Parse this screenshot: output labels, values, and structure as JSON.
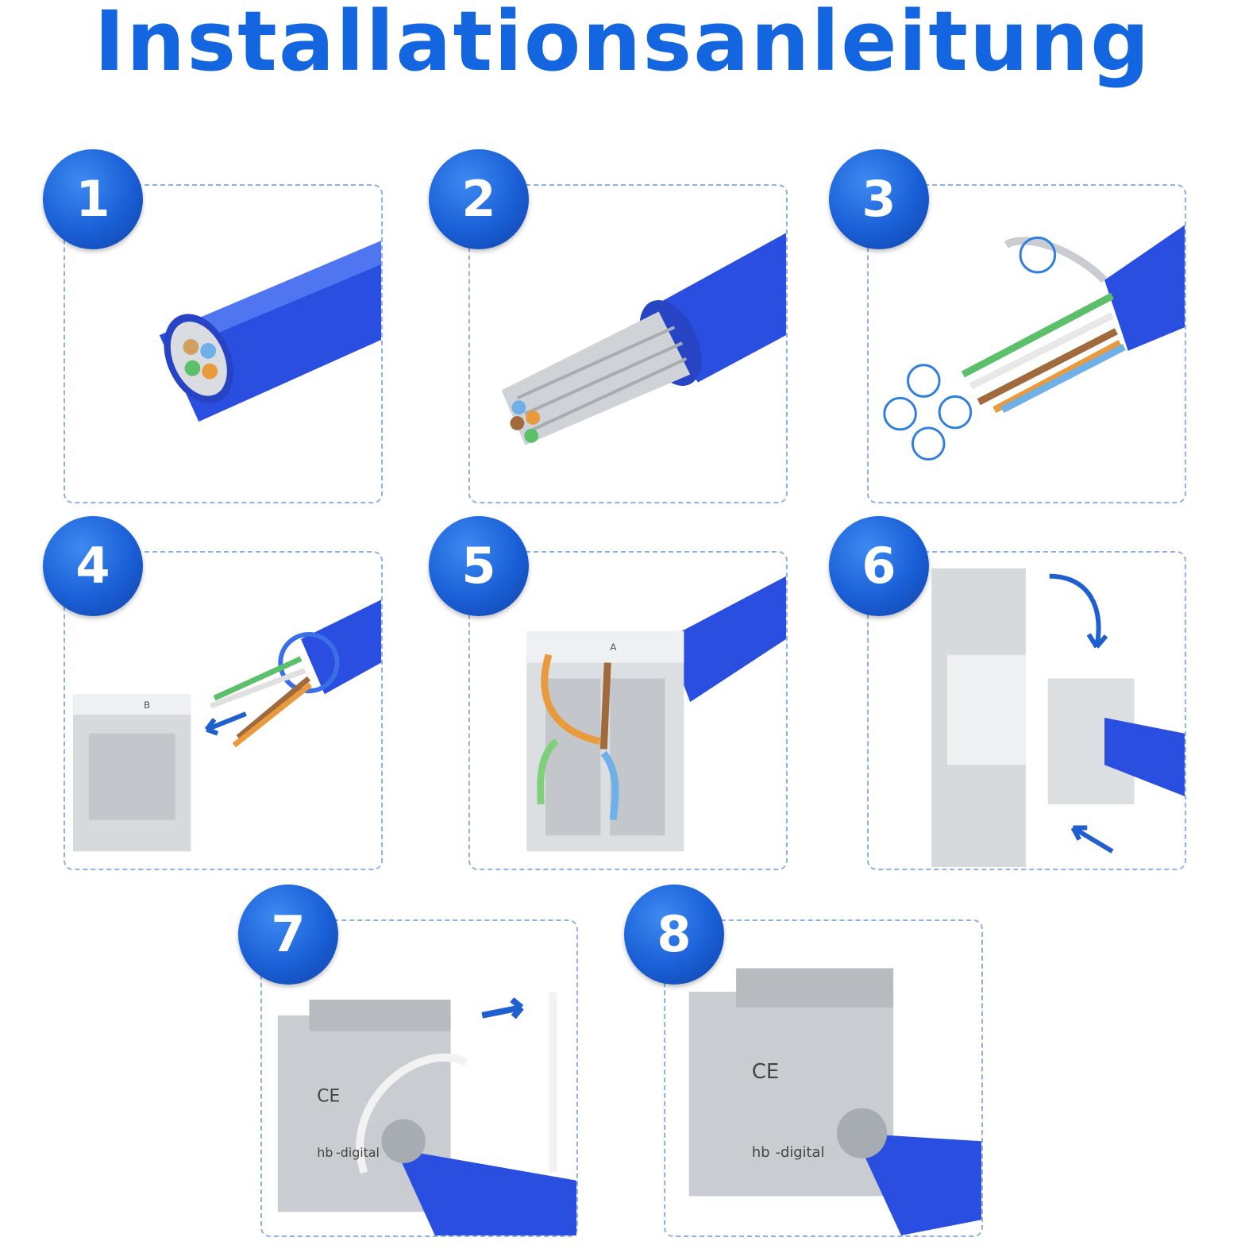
{
  "title": "Installationsanleitung",
  "colors": {
    "accent": "#1466e0",
    "cable_blue": "#2a4fe0",
    "panel_border": "#8fb1dd",
    "module_grey": "#c9ccd0"
  },
  "steps": [
    {
      "number": "1"
    },
    {
      "number": "2"
    },
    {
      "number": "3"
    },
    {
      "number": "4"
    },
    {
      "number": "5"
    },
    {
      "number": "6"
    },
    {
      "number": "7"
    },
    {
      "number": "8"
    }
  ],
  "labels": {
    "brand_hb": "hb",
    "brand_digital": "-digital",
    "ce_mark": "CE",
    "pin_a": "A",
    "pin_b": "B"
  }
}
